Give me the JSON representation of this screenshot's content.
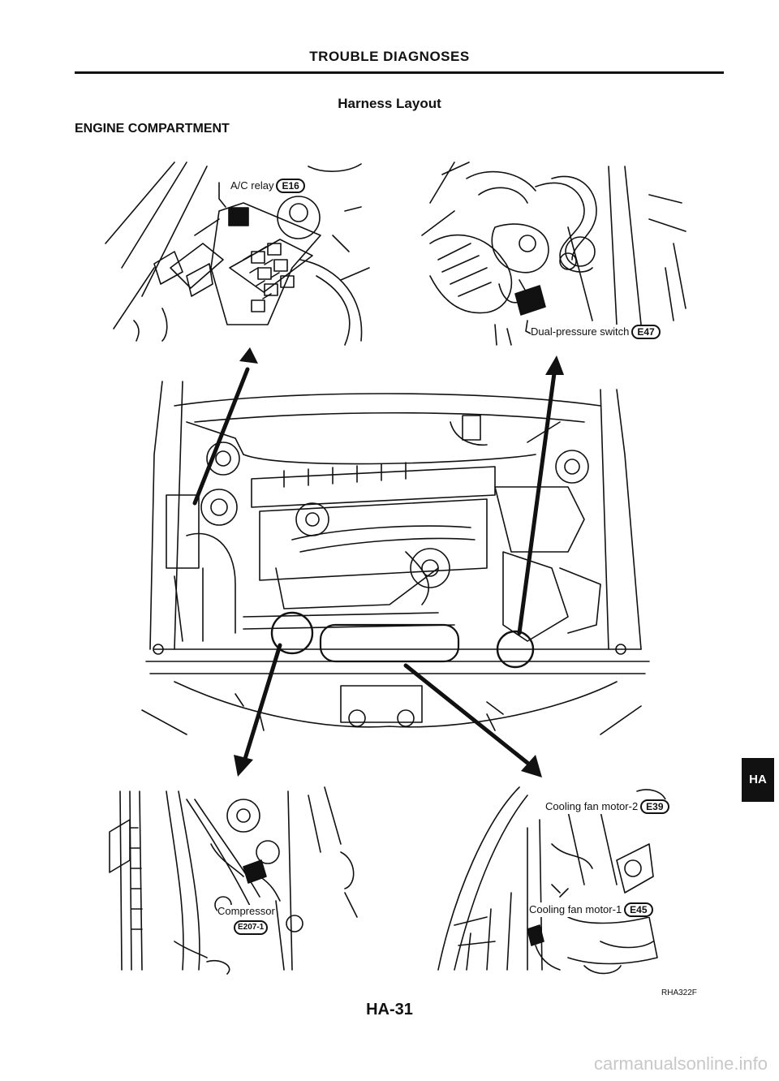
{
  "header": {
    "title": "TROUBLE DIAGNOSES"
  },
  "subtitle": "Harness Layout",
  "section_title": "ENGINE COMPARTMENT",
  "callouts": {
    "ac_relay": {
      "label": "A/C relay",
      "code": "E16"
    },
    "dual_pressure": {
      "label": "Dual-pressure switch",
      "code": "E47"
    },
    "compressor": {
      "label": "Compressor",
      "code": "E207-1"
    },
    "fan1": {
      "label": "Cooling fan motor-1",
      "code": "E45"
    },
    "fan2": {
      "label": "Cooling fan motor-2",
      "code": "E39"
    }
  },
  "side_tab": "HA",
  "figure_id": "RHA322F",
  "page_number": "HA-31",
  "watermark": "carmanualsonline.info"
}
